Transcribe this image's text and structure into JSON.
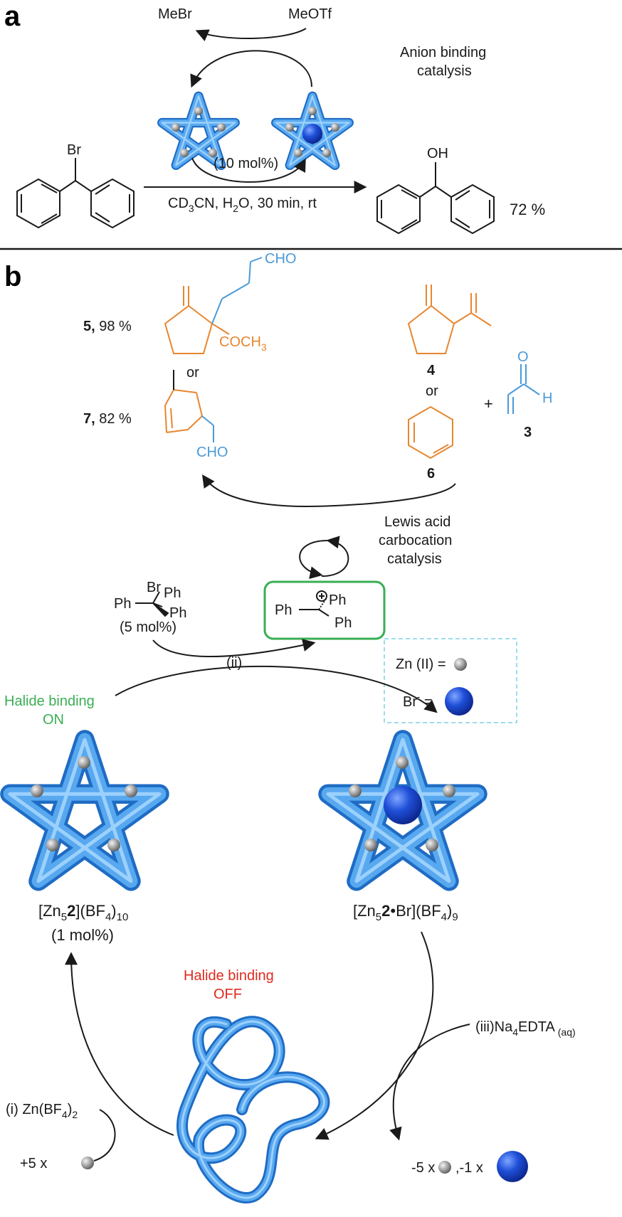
{
  "panel_a": {
    "letter": "a",
    "reagent_left": "MeBr",
    "reagent_right": "MeOTf",
    "catalysis_line1": "Anion binding",
    "catalysis_line2": "catalysis",
    "substrate_atom": "Br",
    "catalyst_loading": "(10 mol%)",
    "conditions_a": "CD",
    "conditions_b": "3",
    "conditions_c": "CN, H",
    "conditions_d": "2",
    "conditions_e": "O, 30 min, rt",
    "product_atom": "OH",
    "product_yield": "72 %"
  },
  "panel_b": {
    "letter": "b",
    "product5_num": "5,",
    "product5_yield": " 98 %",
    "product5_cho": "CHO",
    "product5_acyl": "COCH",
    "product5_acyl_sub": "3",
    "or_left": "or",
    "product7_num": "7,",
    "product7_yield": " 82 %",
    "product7_cho": "CHO",
    "compound4": "4",
    "or_right": "or",
    "compound6": "6",
    "plus": "+",
    "compound3": "3",
    "acrolein_o": "O",
    "acrolein_h": "H",
    "catalysis_line1": "Lewis acid",
    "catalysis_line2": "carbocation",
    "catalysis_line3": "catalysis",
    "trityl_br": "Br",
    "trityl_ph1": "Ph",
    "trityl_ph2": "Ph",
    "trityl_ph3": "Ph",
    "trityl_loading": "(5 mol%)",
    "cation_ph_left": "Ph",
    "cation_ph_top": "Ph",
    "cation_ph_bottom": "Ph",
    "step_ii": "(ii)",
    "legend_zn": "Zn (II) =",
    "legend_br": "Br",
    "legend_br_sup": "-",
    "legend_br_eq": " =",
    "halide_on_1": "Halide binding",
    "halide_on_2": "ON",
    "halide_off_1": "Halide binding",
    "halide_off_2": "OFF",
    "knot_left_label_a": "[Zn",
    "knot_left_label_b": "5",
    "knot_left_label_c": "2",
    "knot_left_label_d": "](BF",
    "knot_left_label_e": "4",
    "knot_left_label_f": ")",
    "knot_left_label_g": "10",
    "knot_left_loading": "(1 mol%)",
    "knot_right_label_a": "[Zn",
    "knot_right_label_b": "5",
    "knot_right_label_c": "2",
    "knot_right_label_d": "•Br](BF",
    "knot_right_label_e": "4",
    "knot_right_label_f": ")",
    "knot_right_label_g": "9",
    "step_iii_a": "(iii)Na",
    "step_iii_b": "4",
    "step_iii_c": "EDTA",
    "step_iii_d": " (aq)",
    "step_i_a": "(i) Zn(BF",
    "step_i_b": "4",
    "step_i_c": ")",
    "step_i_d": "2",
    "add_zn": "+5 x",
    "remove_zn": "-5 x",
    "remove_br": ",-1 x"
  },
  "colors": {
    "knot": "#3d8fe0",
    "orange": "#e8862f",
    "blue_text": "#4a9ad8",
    "green": "#3aae54",
    "red": "#e02a1e",
    "legend_border": "#7fd0e8"
  }
}
